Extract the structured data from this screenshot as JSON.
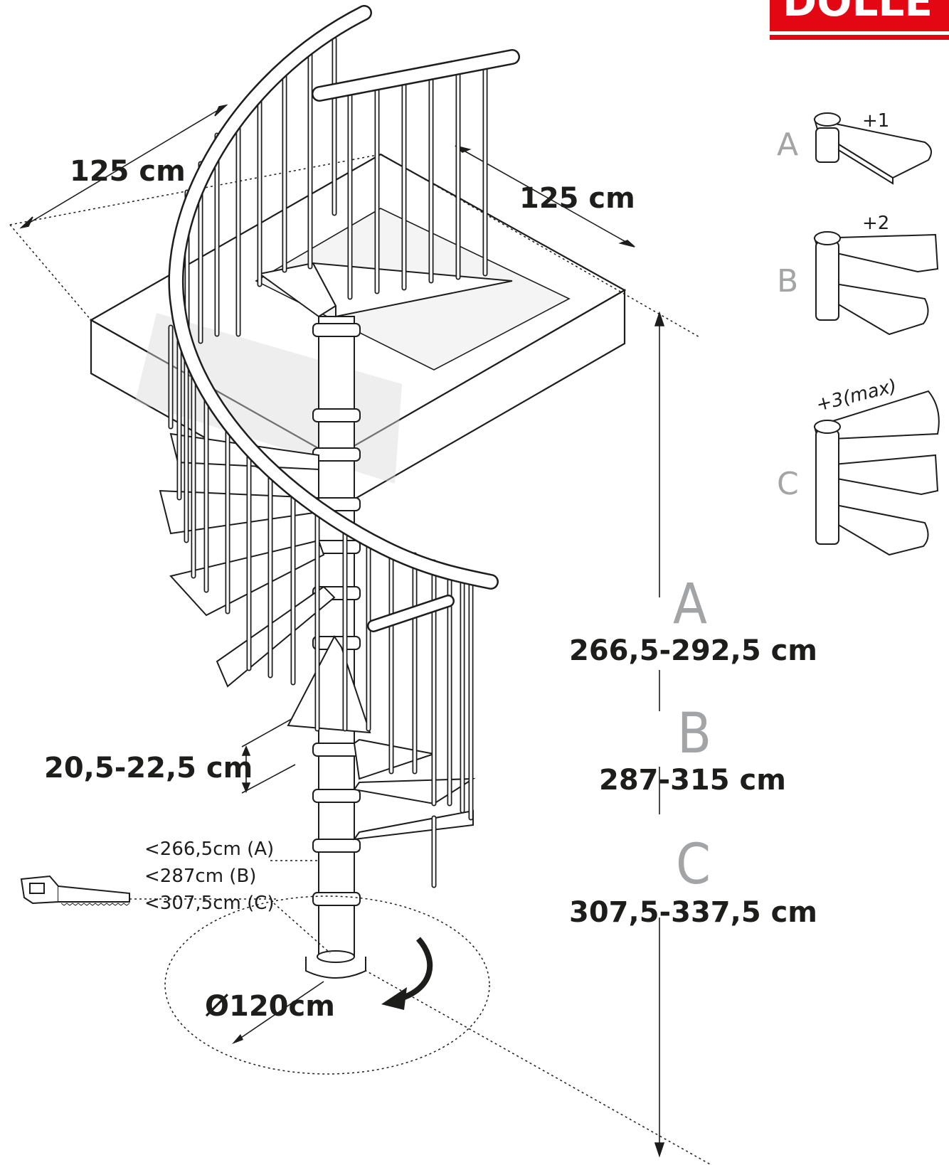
{
  "brand": {
    "text": "DOLLE",
    "color": "#e30613"
  },
  "dimensions": {
    "width_left": "125 cm",
    "width_right": "125 cm",
    "step_height": "20,5-22,5 cm",
    "diameter": "Ø120cm"
  },
  "heights": [
    {
      "letter": "A",
      "range": "266,5-292,5 cm"
    },
    {
      "letter": "B",
      "range": "287-315 cm"
    },
    {
      "letter": "C",
      "range": "307,5-337,5 cm"
    }
  ],
  "cut_notes": [
    "<266,5cm (A)",
    "<287cm (B)",
    "<307,5cm (C)"
  ],
  "extensions": [
    {
      "letter": "A",
      "label": "+1"
    },
    {
      "letter": "B",
      "label": "+2"
    },
    {
      "letter": "C",
      "label": "+3(max)"
    }
  ],
  "icons": [
    "saw-icon",
    "rotation-arrow-icon"
  ],
  "colors": {
    "line": "#1d1d1b",
    "accent_gray": "#a3a4a6"
  }
}
